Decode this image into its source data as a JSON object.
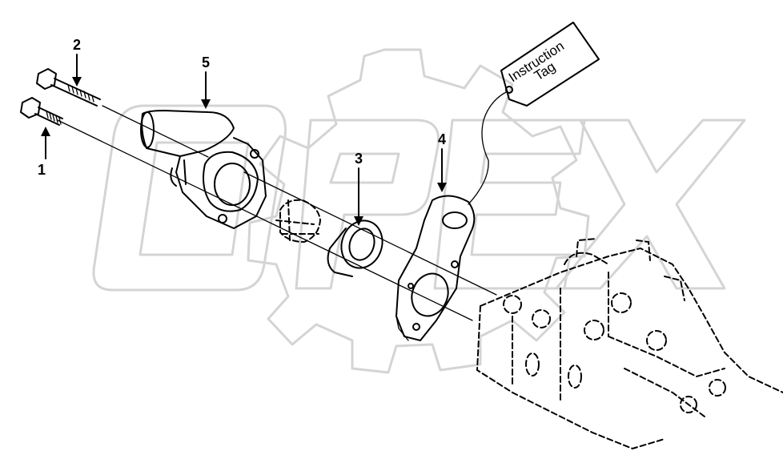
{
  "diagram": {
    "callouts": [
      {
        "id": "1",
        "label": "1"
      },
      {
        "id": "2",
        "label": "2"
      },
      {
        "id": "3",
        "label": "3"
      },
      {
        "id": "4",
        "label": "4"
      },
      {
        "id": "5",
        "label": "5"
      }
    ],
    "tag": {
      "line1": "Instruction",
      "line2": "Tag"
    },
    "watermark": "OPEX"
  }
}
